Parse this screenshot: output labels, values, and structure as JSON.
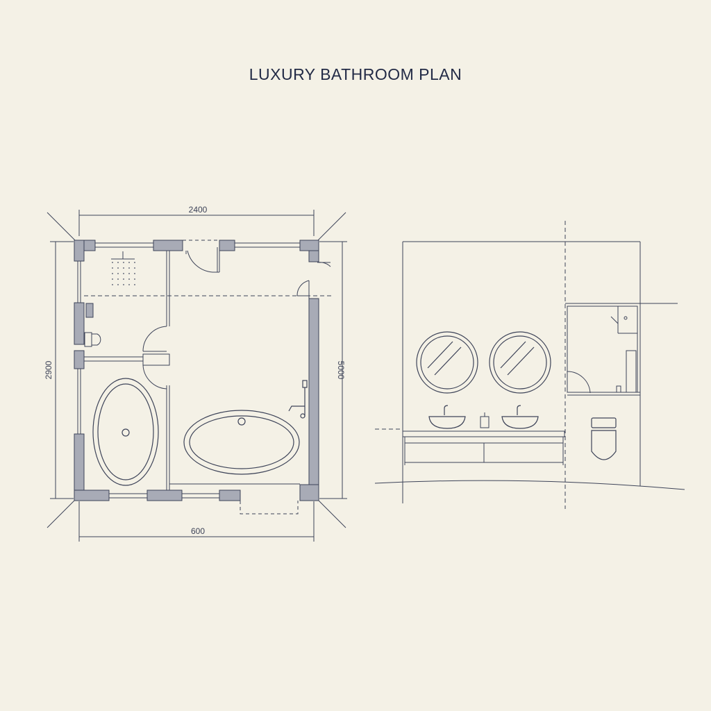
{
  "title": "LUXURY BATHROOM PLAN",
  "dimensions": {
    "top_width": "2400",
    "bottom_width": "600",
    "left_height": "2900",
    "right_height": "5000"
  },
  "colors": {
    "paper": "#f4f1e6",
    "ink": "#3d4358",
    "wall_fill": "#a8abb6",
    "title_ink": "#232b46"
  }
}
